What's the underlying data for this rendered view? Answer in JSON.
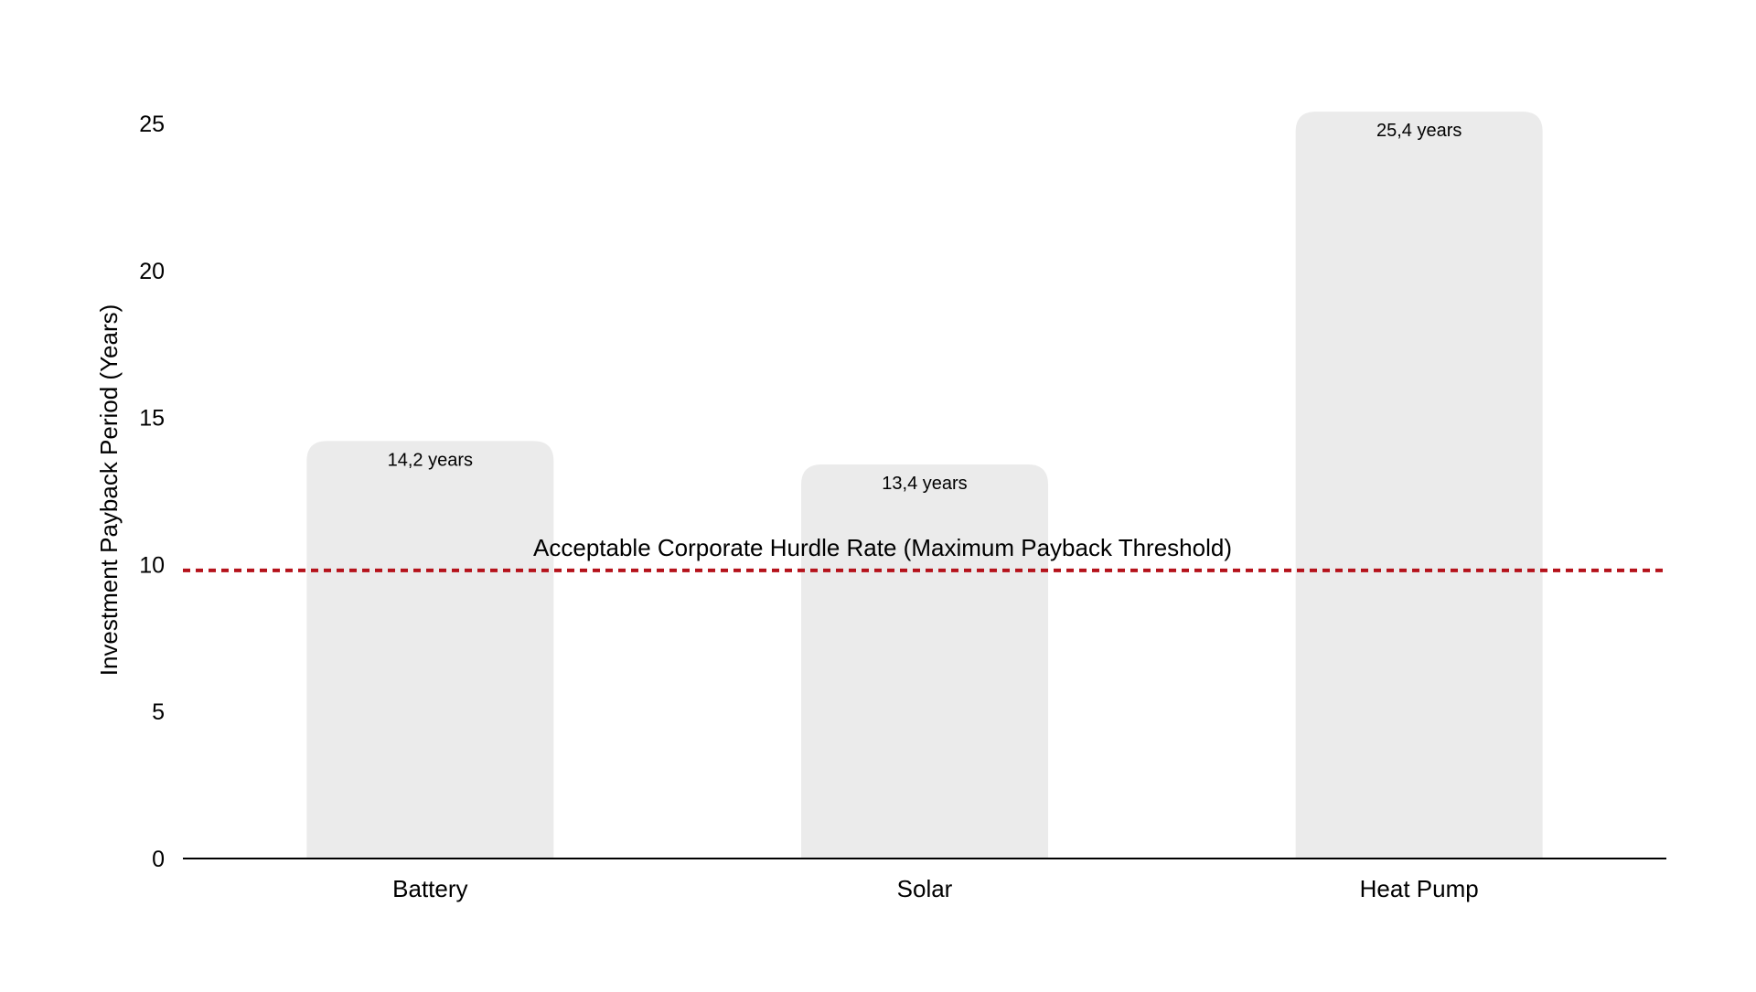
{
  "chart_data": {
    "type": "bar",
    "title": "",
    "xlabel": "",
    "ylabel": "Investment Payback Period (Years)",
    "categories": [
      "Battery",
      "Solar",
      "Heat Pump"
    ],
    "values": [
      14.2,
      13.4,
      25.4
    ],
    "data_labels": [
      "14,2 years",
      "13,4 years",
      "25,4 years"
    ],
    "ylim": [
      0,
      25
    ],
    "yticks": [
      0,
      5,
      10,
      15,
      20,
      25
    ],
    "grid": false,
    "legend": "none",
    "reference_line": {
      "value": 9.8,
      "label": "Acceptable Corporate Hurdle Rate (Maximum Payback Threshold)",
      "style": "dashed"
    },
    "colors": {
      "bar": "#ebebeb",
      "reference_line": "#b5121b",
      "axis": "#000000"
    }
  }
}
